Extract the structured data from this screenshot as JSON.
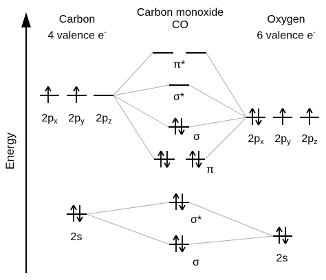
{
  "axis": {
    "label": "Energy"
  },
  "carbon": {
    "title": "Carbon",
    "valence": "4 valence e",
    "p": [
      {
        "main": "2p",
        "sub": "x"
      },
      {
        "main": "2p",
        "sub": "y"
      },
      {
        "main": "2p",
        "sub": "z"
      }
    ],
    "s": "2s"
  },
  "co": {
    "title": "Carbon monoxide",
    "formula": "CO",
    "pi_star": "π*",
    "sigma_star_p": "σ*",
    "sigma_p": "σ",
    "pi": "π",
    "sigma_star_s": "σ*",
    "sigma_s": "σ"
  },
  "oxygen": {
    "title": "Oxygen",
    "valence": "6 valence e",
    "p": [
      {
        "main": "2p",
        "sub": "x"
      },
      {
        "main": "2p",
        "sub": "y"
      },
      {
        "main": "2p",
        "sub": "z"
      }
    ],
    "s": "2s"
  },
  "electron_sup": "-"
}
